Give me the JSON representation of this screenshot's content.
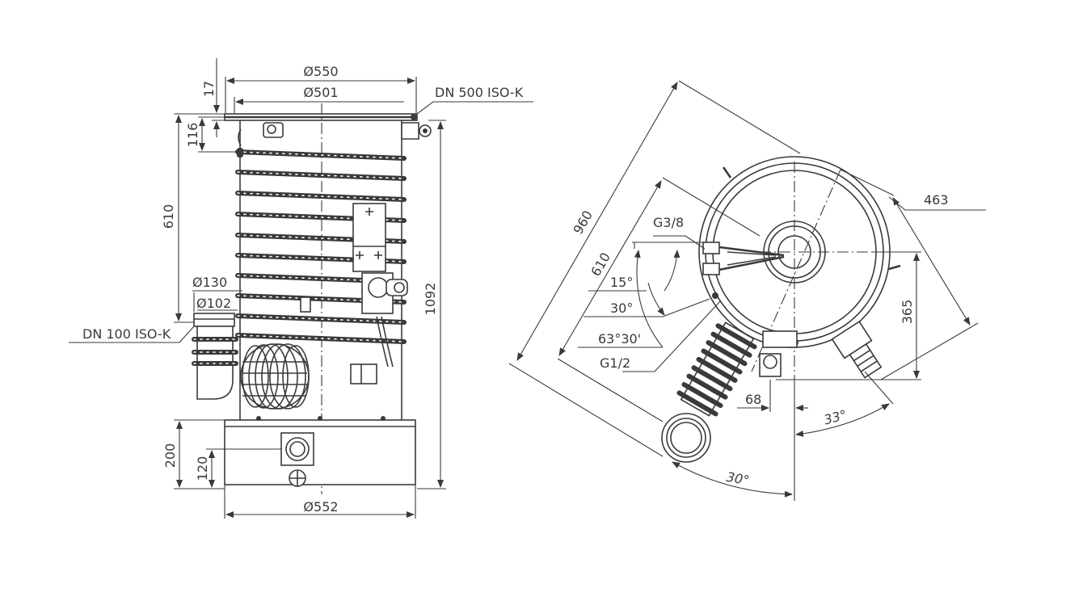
{
  "front_view": {
    "dims": {
      "d550": "Ø550",
      "d501": "Ø501",
      "flange_top": "DN 500 ISO-K",
      "h17": "17",
      "h116": "116",
      "h610": "610",
      "h1092": "1092",
      "d130": "Ø130",
      "d102": "Ø102",
      "flange_side": "DN 100 ISO-K",
      "h200": "200",
      "h120": "120",
      "d552": "Ø552"
    }
  },
  "top_view": {
    "dims": {
      "d960": "960",
      "d610": "610",
      "g38": "G3/8",
      "a15": "15°",
      "a30": "30°",
      "a6330": "63°30'",
      "g12": "G1/2",
      "d463": "463",
      "d365": "365",
      "d68": "68",
      "a33": "33°",
      "a30b": "30°"
    }
  }
}
